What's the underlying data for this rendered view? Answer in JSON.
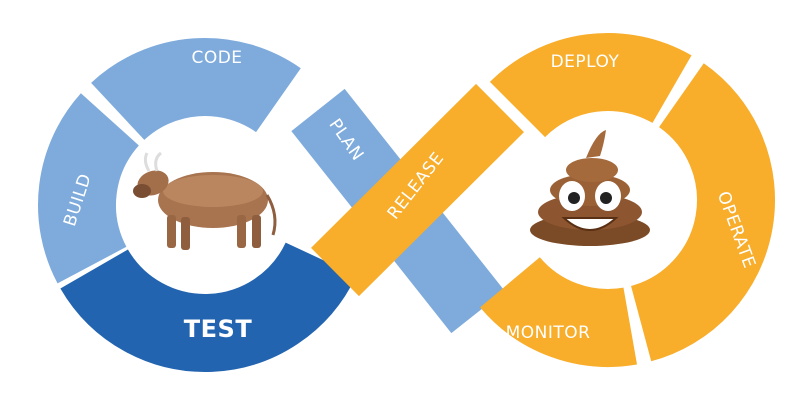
{
  "diagram": {
    "stages": {
      "code": "CODE",
      "build": "BUILD",
      "test": "TEST",
      "plan": "PLAN",
      "release": "RELEASE",
      "deploy": "DEPLOY",
      "operate": "OPERATE",
      "monitor": "MONITOR"
    },
    "left_loop_image": "cow-emoji",
    "right_loop_image": "poop-emoji",
    "colors": {
      "light_blue": "#7eabdc",
      "dark_blue": "#2364b0",
      "orange": "#f8ad2b"
    }
  }
}
